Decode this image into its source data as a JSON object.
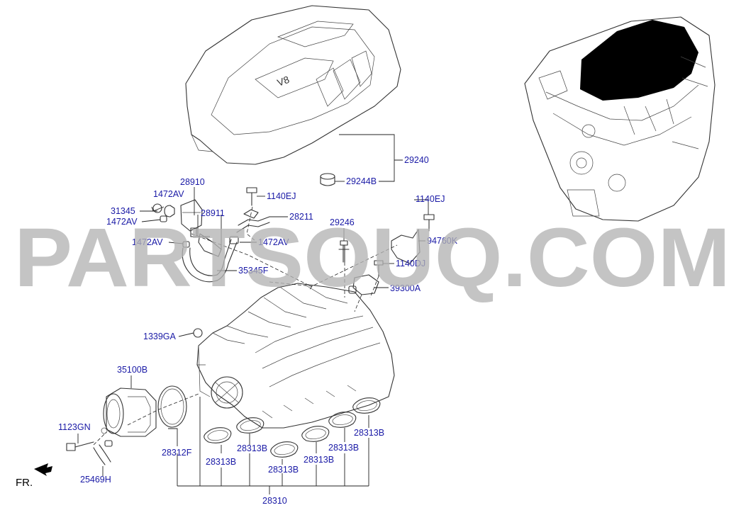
{
  "watermark": "PARTSOUQ.COM",
  "direction_label": "FR.",
  "colors": {
    "label": "#1a1aa6",
    "line": "#222222",
    "watermark": "#b4b4b4",
    "engine_cover_fill": "#000000"
  },
  "labels": {
    "p29240": "29240",
    "p29244B": "29244B",
    "p28910": "28910",
    "p1472AV_a": "1472AV",
    "p31345": "31345",
    "p1472AV_b": "1472AV",
    "p28911": "28911",
    "p1472AV_c": "1472AV",
    "p1140EJ_a": "1140EJ",
    "p28211": "28211",
    "p1472AV_d": "1472AV",
    "p35345F": "35345F",
    "p29246": "29246",
    "p1140EJ_b": "1140EJ",
    "p94760K": "94760K",
    "p1140DJ": "1140DJ",
    "p39300A": "39300A",
    "p1339GA": "1339GA",
    "p35100B": "35100B",
    "p1123GN": "1123GN",
    "p25469H": "25469H",
    "p28312F": "28312F",
    "p28313B_a": "28313B",
    "p28313B_b": "28313B",
    "p28313B_c": "28313B",
    "p28313B_d": "28313B",
    "p28313B_e": "28313B",
    "p28313B_f": "28313B",
    "p28310": "28310"
  }
}
